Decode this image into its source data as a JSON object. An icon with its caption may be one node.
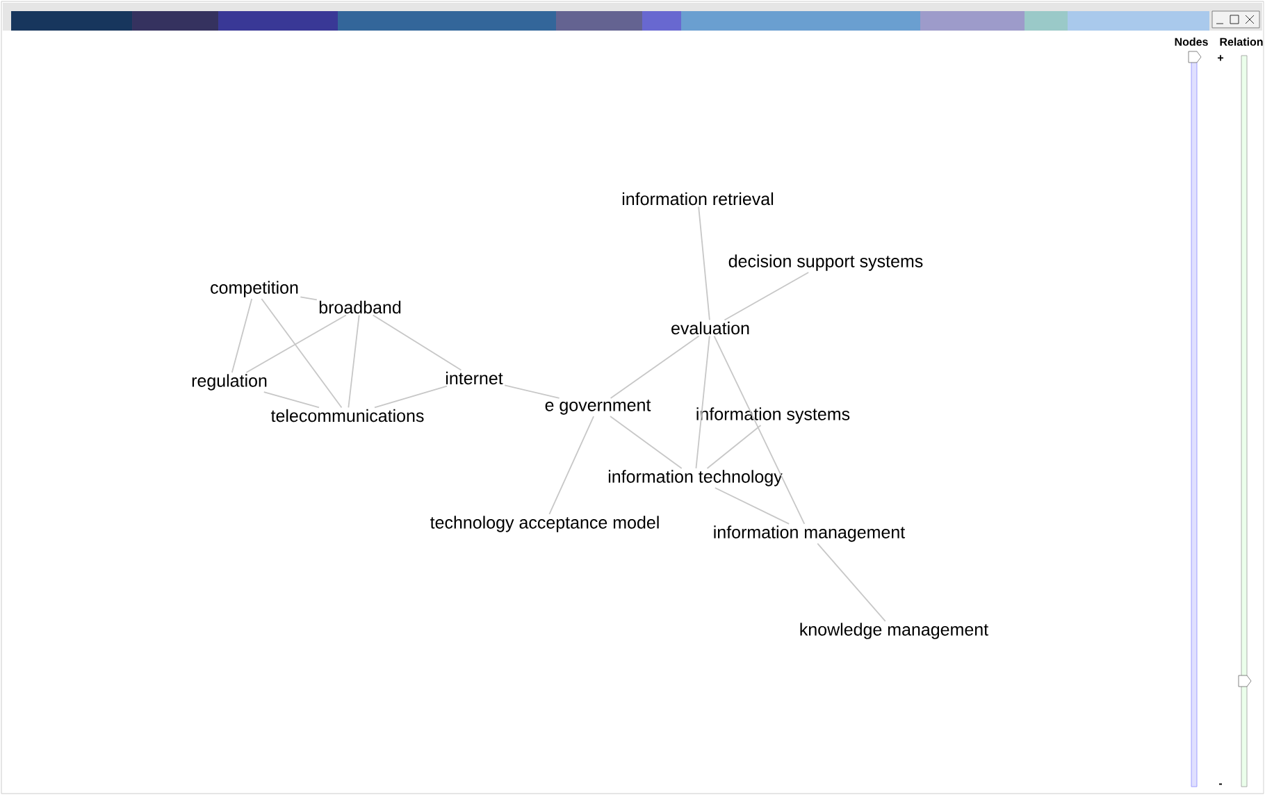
{
  "diagram": {
    "nodes": [
      {
        "text": [
          "information retrieval"
        ]
      },
      {
        "text": [
          "decision support systems"
        ]
      },
      {
        "text": [
          "competition"
        ]
      },
      {
        "text": [
          "broadband"
        ]
      },
      {
        "text": [
          "evaluation"
        ]
      },
      {
        "text": [
          "internet"
        ]
      },
      {
        "text": [
          "regulation"
        ]
      },
      {
        "text": [
          "telecommunications"
        ]
      },
      {
        "text": [
          "e government"
        ]
      },
      {
        "text": [
          "information systems"
        ]
      },
      {
        "text": [
          "information technology"
        ]
      },
      {
        "text": [
          "technology acceptance model"
        ]
      },
      {
        "text": [
          "information management"
        ]
      },
      {
        "text": [
          "knowledge management"
        ]
      }
    ],
    "edges": [
      {
        "from": 2,
        "to": 3,
        "arrow": "none"
      },
      {
        "from": 2,
        "to": 6,
        "arrow": "none"
      },
      {
        "from": 2,
        "to": 7,
        "arrow": "none"
      },
      {
        "from": 3,
        "to": 6,
        "arrow": "none"
      },
      {
        "from": 3,
        "to": 7,
        "arrow": "none"
      },
      {
        "from": 3,
        "to": 5,
        "arrow": "none"
      },
      {
        "from": 6,
        "to": 7,
        "arrow": "none"
      },
      {
        "from": 7,
        "to": 5,
        "arrow": "none"
      },
      {
        "from": 5,
        "to": 8,
        "arrow": "none"
      },
      {
        "from": 0,
        "to": 4,
        "arrow": "none"
      },
      {
        "from": 1,
        "to": 4,
        "arrow": "none"
      },
      {
        "from": 4,
        "to": 8,
        "arrow": "none"
      },
      {
        "from": 4,
        "to": 10,
        "arrow": "none"
      },
      {
        "from": 4,
        "to": 12,
        "arrow": "none"
      },
      {
        "from": 8,
        "to": 10,
        "arrow": "none"
      },
      {
        "from": 8,
        "to": 11,
        "arrow": "none"
      },
      {
        "from": 9,
        "to": 10,
        "arrow": "none"
      },
      {
        "from": 10,
        "to": 12,
        "arrow": "none"
      },
      {
        "from": 12,
        "to": 13,
        "arrow": "none"
      }
    ],
    "labels": [
      "Nodes",
      "Relation",
      "+",
      "-"
    ]
  }
}
